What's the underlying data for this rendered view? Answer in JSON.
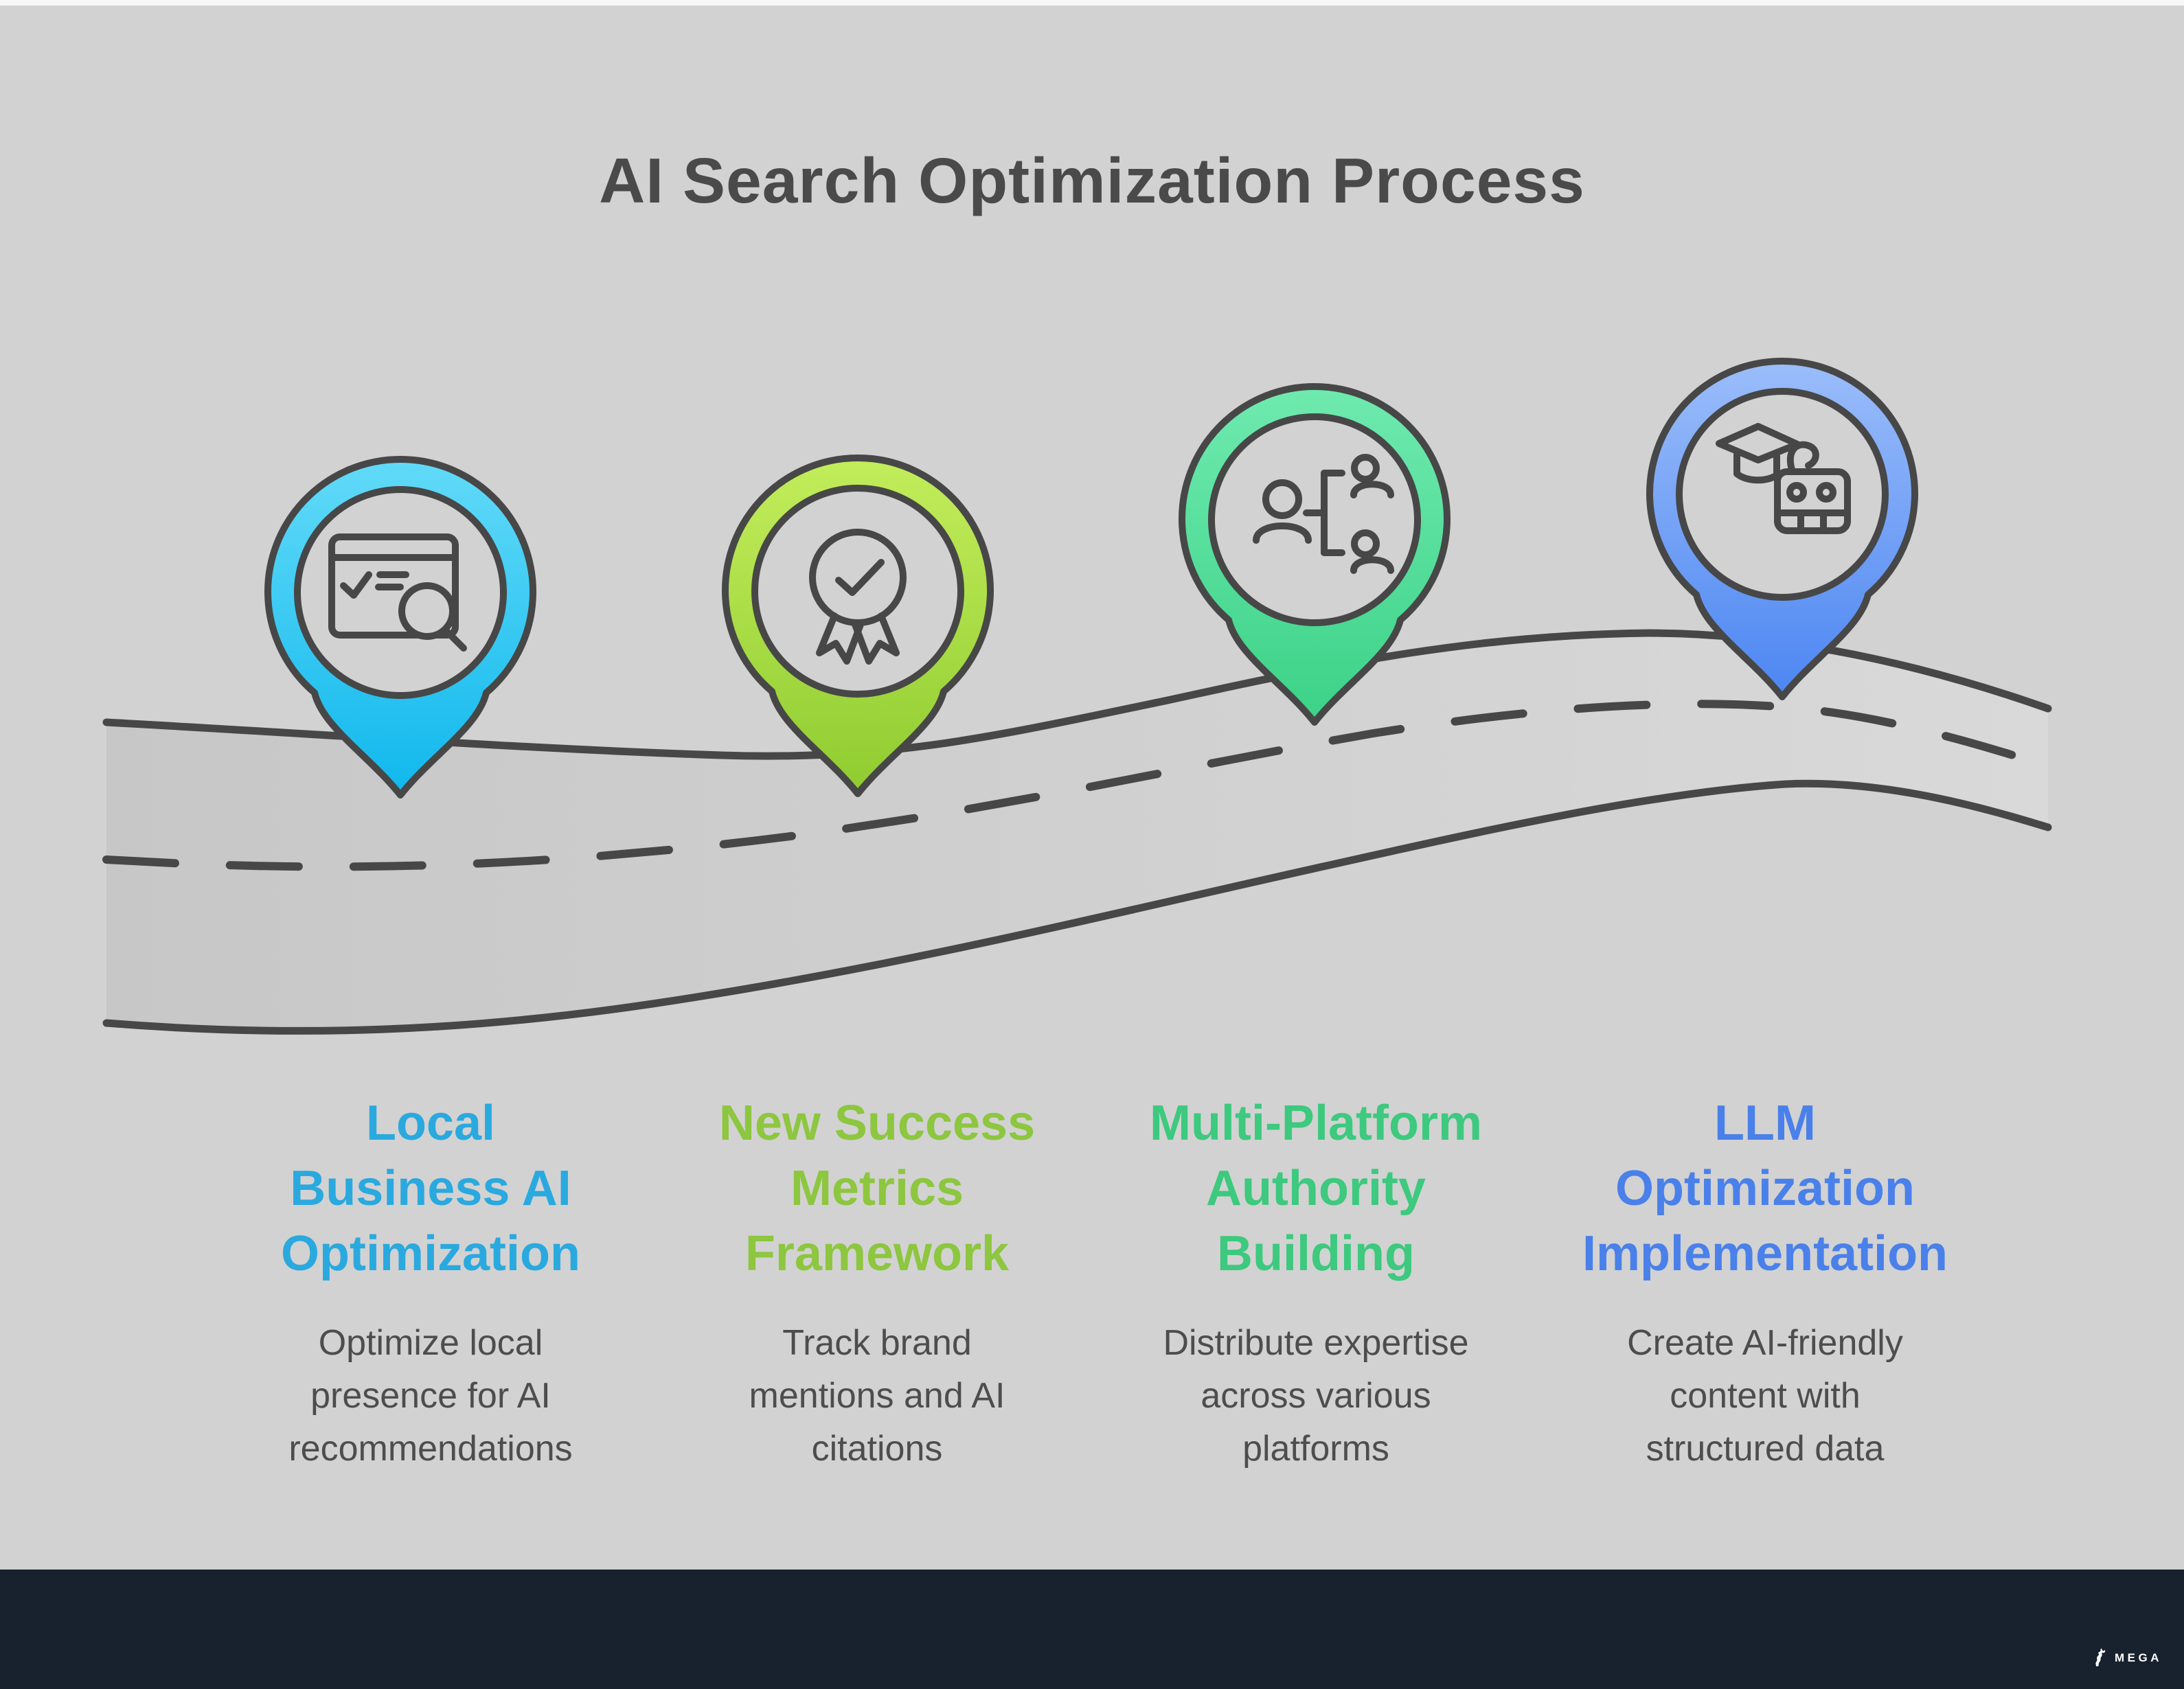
{
  "title": "AI Search Optimization Process",
  "colors": {
    "title": "#4A4A4A",
    "ink": "#474747",
    "desc_text": "#4D4D4D",
    "background": "#D2D2D2",
    "top_strip": "#F7F7F7",
    "footer_bg": "#18222E",
    "footer_text": "#FFFFFF",
    "road_gradient": [
      "#C7C7C7",
      "#D9D9D9"
    ]
  },
  "steps": [
    {
      "heading": "Local Business AI Optimization",
      "heading_lines": [
        "Local",
        "Business AI",
        "Optimization"
      ],
      "description": "Optimize local presence for AI recommendations",
      "description_lines": [
        "Optimize local",
        "presence for AI",
        "recommendations"
      ],
      "accent": "#2AA9DF",
      "pin_gradient": [
        "#62DAF8",
        "#10B8ED"
      ],
      "icon": "browser-search-icon"
    },
    {
      "heading": "New Success Metrics Framework",
      "heading_lines": [
        "New Success",
        "Metrics",
        "Framework"
      ],
      "description": "Track brand mentions and AI citations",
      "description_lines": [
        "Track brand",
        "mentions and AI",
        "citations"
      ],
      "accent": "#8DC63F",
      "pin_gradient": [
        "#C3ED5B",
        "#8FCC30"
      ],
      "icon": "award-ribbon-icon"
    },
    {
      "heading": "Multi-Platform Authority Building",
      "heading_lines": [
        "Multi-Platform",
        "Authority",
        "Building"
      ],
      "description": "Distribute expertise across various platforms",
      "description_lines": [
        "Distribute expertise",
        "across various",
        "platforms"
      ],
      "accent": "#3DC97E",
      "pin_gradient": [
        "#6FEAAF",
        "#3CD287"
      ],
      "icon": "people-network-icon"
    },
    {
      "heading": "LLM Optimization Implementation",
      "heading_lines": [
        "LLM",
        "Optimization",
        "Implementation"
      ],
      "description": "Create AI-friendly content with structured data",
      "description_lines": [
        "Create AI-friendly",
        "content with",
        "structured data"
      ],
      "accent": "#4A80EA",
      "pin_gradient": [
        "#9BBDFA",
        "#4C86F2"
      ],
      "icon": "graduation-robot-icon"
    }
  ],
  "footer": {
    "brand": "MEGA"
  }
}
